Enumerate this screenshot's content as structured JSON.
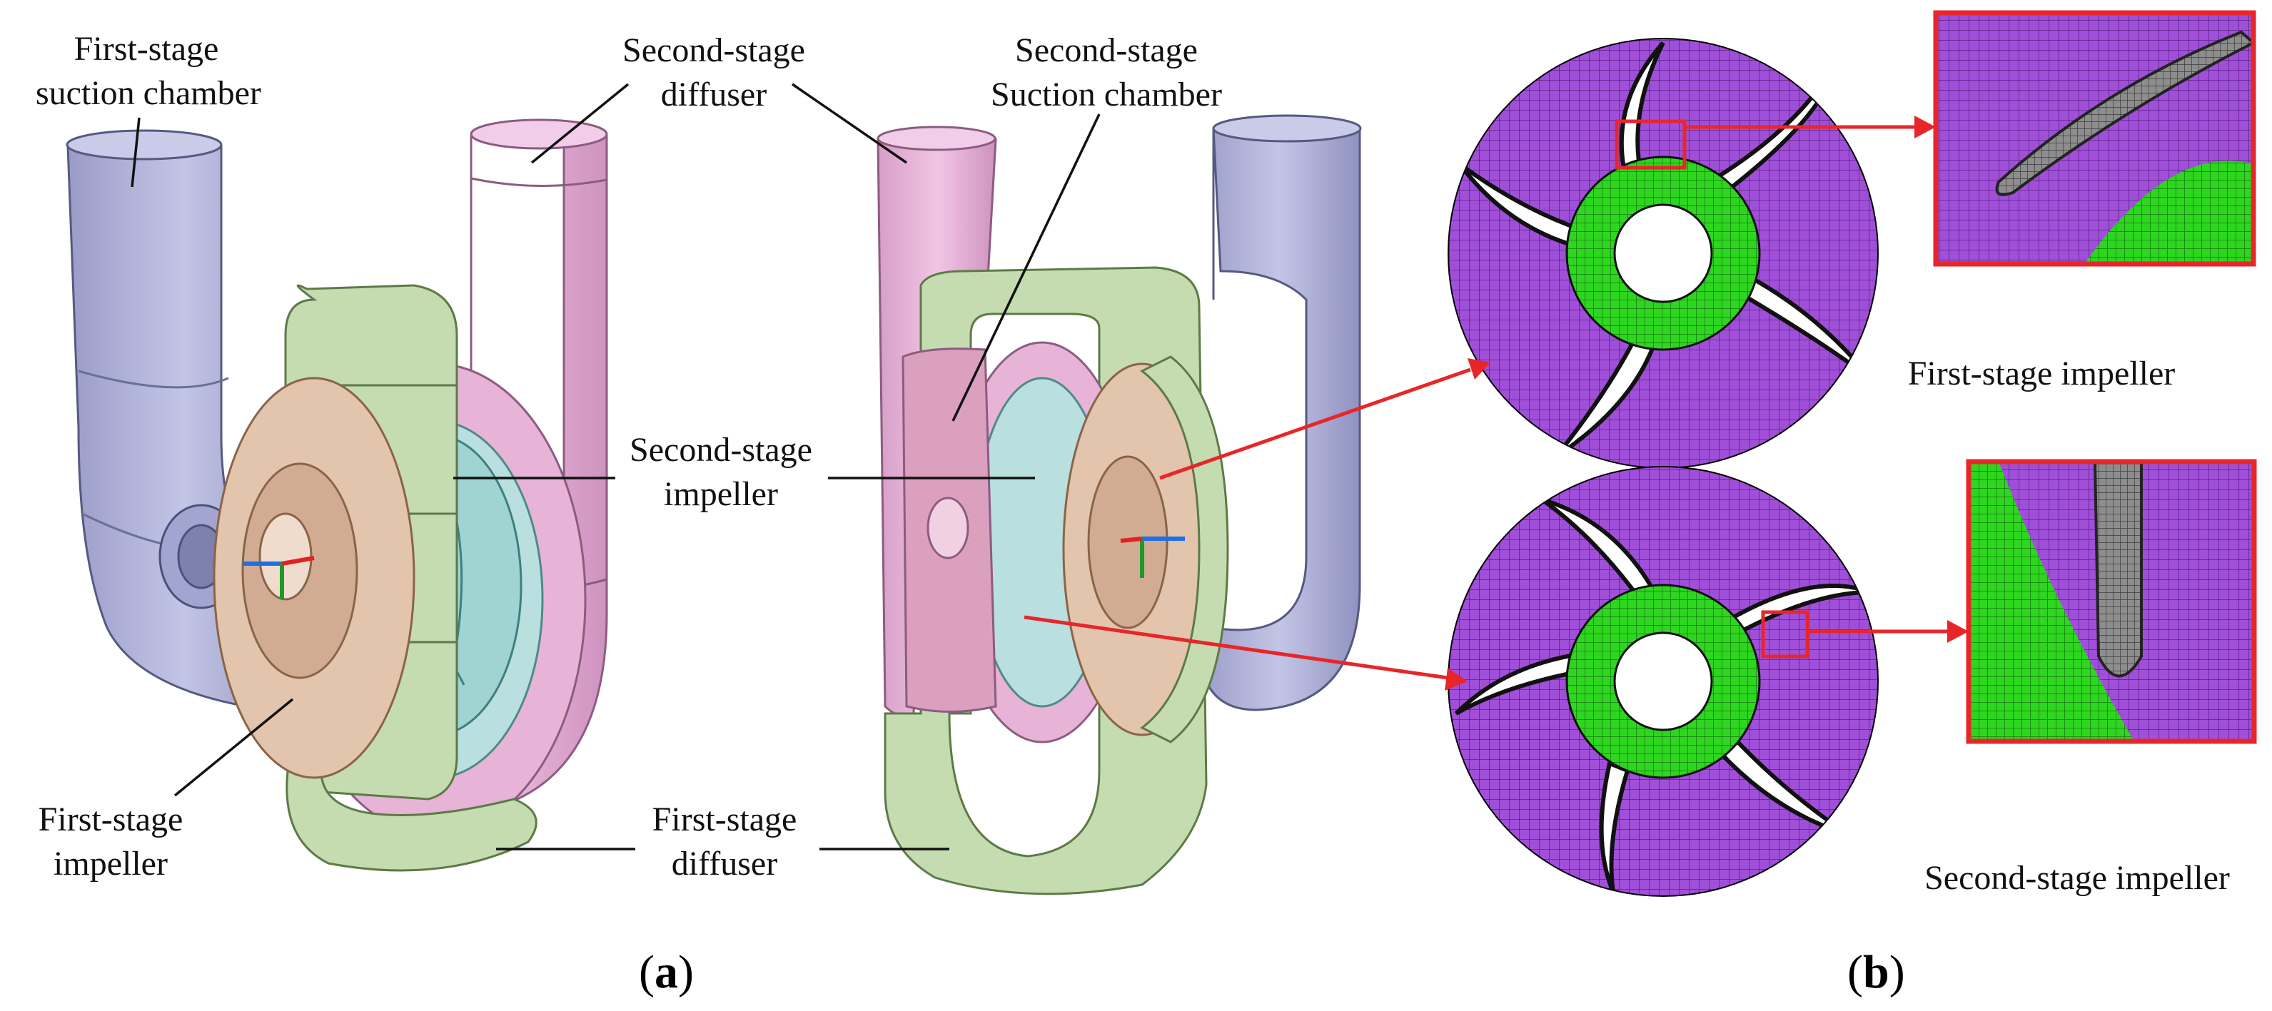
{
  "labels": {
    "first_suction": [
      "First-stage",
      "suction chamber"
    ],
    "second_diffuser_a": [
      "Second-stage",
      "diffuser"
    ],
    "second_impeller_a": [
      "Second-stage",
      "impeller"
    ],
    "first_impeller_a": [
      "First-stage",
      "impeller"
    ],
    "first_diffuser_a": [
      "First-stage",
      "diffuser"
    ],
    "second_suction_b": [
      "Second-stage",
      "Suction chamber"
    ],
    "first_impeller_b": "First-stage impeller",
    "second_impeller_b": "Second-stage impeller"
  },
  "panels": {
    "a": "a",
    "b": "b"
  },
  "colors": {
    "suction_chamber": "#aeb0d6",
    "diffuser_second": "#e6b3d6",
    "diffuser_first": "#c4dcaf",
    "impeller_first": "#e3c4ad",
    "impeller_second": "#9fd4d3",
    "mesh_purple": "#a050d8",
    "mesh_green": "#2ed620",
    "callout_red": "#e8262a"
  }
}
